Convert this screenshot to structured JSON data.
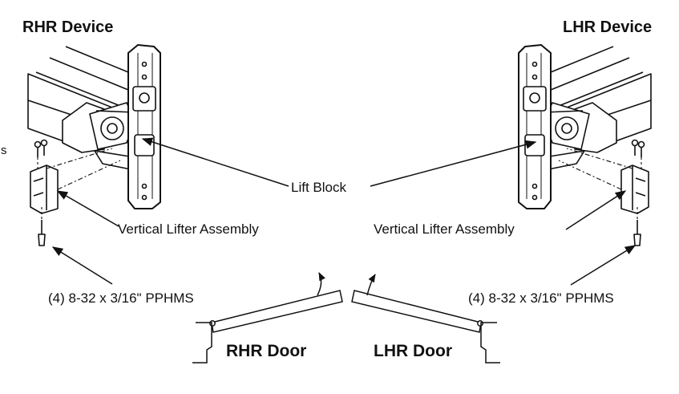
{
  "labels": {
    "rhr_device": "RHR Device",
    "lhr_device": "LHR Device",
    "lift_block": "Lift Block",
    "vertical_lifter_left": "Vertical Lifter Assembly",
    "vertical_lifter_right": "Vertical Lifter Assembly",
    "screws_left": "(4) 8-32 x 3/16\" PPHMS",
    "screws_right": "(4) 8-32 x 3/16\" PPHMS",
    "rhr_door": "RHR Door",
    "lhr_door": "LHR Door",
    "edge_fragment": "s"
  }
}
